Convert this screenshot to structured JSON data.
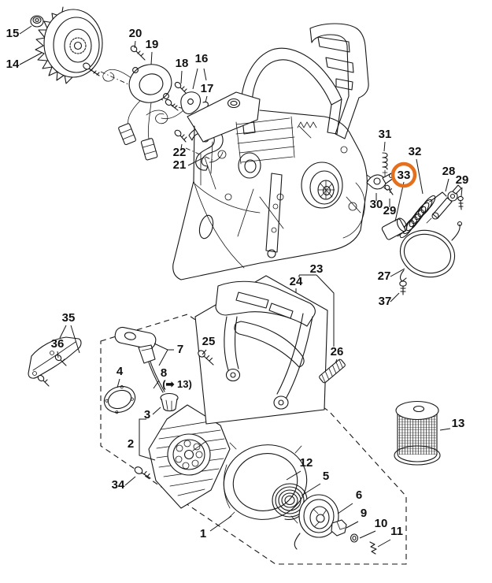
{
  "diagram": {
    "type": "exploded-parts-diagram",
    "background_color": "#ffffff",
    "line_color": "#161616",
    "highlight": {
      "part": "33",
      "color": "#E4701E"
    },
    "labels": {
      "p1": "1",
      "p2": "2",
      "p3": "3",
      "p4": "4",
      "p5": "5",
      "p6": "6",
      "p7": "7",
      "p8": "8",
      "p9": "9",
      "p10": "10",
      "p11": "11",
      "p12": "12",
      "p13": "13",
      "p14": "14",
      "p15": "15",
      "p16": "16",
      "p17": "17",
      "p18": "18",
      "p19": "19",
      "p20": "20",
      "p21": "21",
      "p22": "22",
      "p23": "23",
      "p24": "24",
      "p25": "25",
      "p26": "26",
      "p27": "27",
      "p28": "28",
      "p29a": "29",
      "p29b": "29",
      "p30": "30",
      "p31": "31",
      "p32": "32",
      "p33": "33",
      "p34": "34",
      "p35": "35",
      "p36": "36",
      "p37": "37",
      "ref_note": "(➡ 13)"
    }
  }
}
